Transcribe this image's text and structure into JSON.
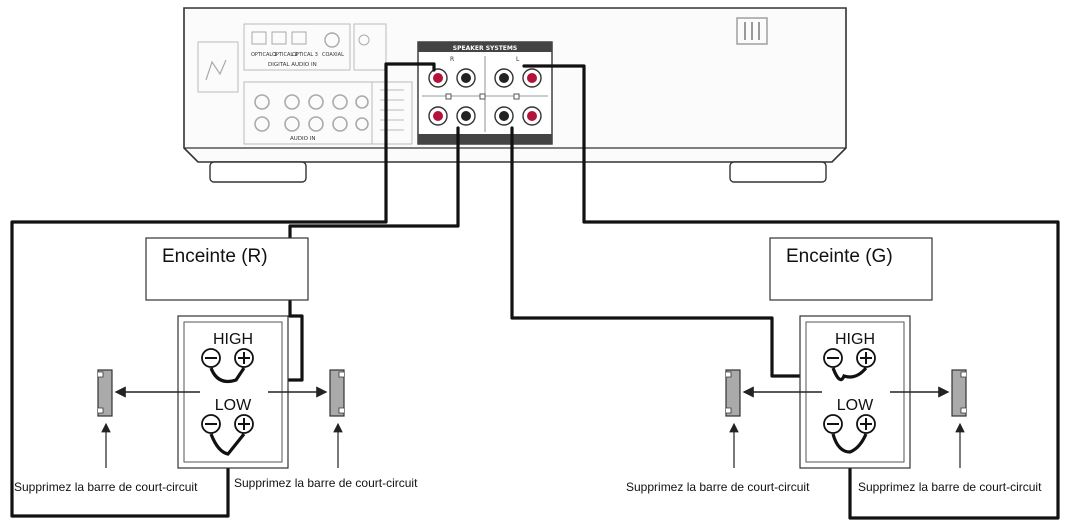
{
  "amplifier": {
    "speaker_panel_label": "SPEAKER SYSTEMS",
    "channel_r": "R",
    "channel_l": "L",
    "digital_audio_label": "DIGITAL AUDIO IN",
    "audio_in_label": "AUDIO IN",
    "input_labels": [
      "OPTICAL 1",
      "OPTICAL 2",
      "OPTICAL 3",
      "COAXIAL"
    ]
  },
  "speakers": [
    {
      "name": "Enceinte (R)",
      "high_label": "HIGH",
      "low_label": "LOW",
      "note_left": "Supprimez la barre de court-circuit",
      "note_right": "Supprimez la barre de court-circuit"
    },
    {
      "name": "Enceinte (G)",
      "high_label": "HIGH",
      "low_label": "LOW",
      "note_left": "Supprimez la barre de court-circuit",
      "note_right": "Supprimez la barre de court-circuit"
    }
  ]
}
